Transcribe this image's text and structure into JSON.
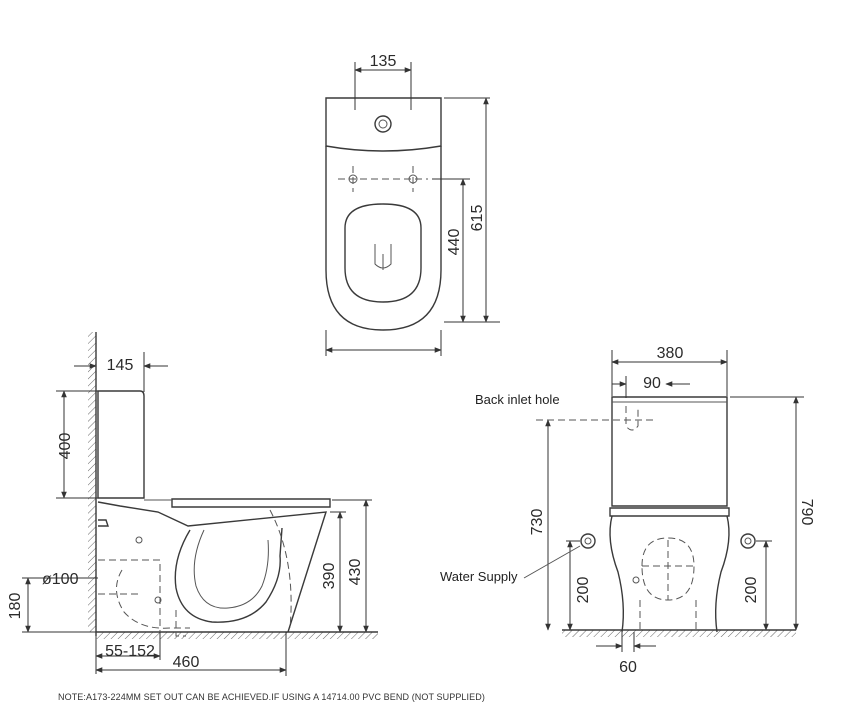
{
  "top_view": {
    "width_135": "135",
    "height_615": "615",
    "height_440": "440"
  },
  "side_view": {
    "tank_depth": "145",
    "tank_height": "400",
    "height_430": "430",
    "height_390": "390",
    "outlet_diameter": "ø100",
    "outlet_height": "180",
    "setout_range": "55-152",
    "length": "460"
  },
  "front_view": {
    "width": "380",
    "inlet_offset": "90",
    "height_790": "790",
    "height_730": "730",
    "supply_left_height": "200",
    "supply_right_height": "200",
    "base_offset": "60",
    "back_inlet_label": "Back inlet hole",
    "water_supply_label": "Water Supply"
  },
  "note": "NOTE:A173-224MM SET OUT CAN BE ACHIEVED.IF USING  A 14714.00 PVC BEND (NOT SUPPLIED)"
}
